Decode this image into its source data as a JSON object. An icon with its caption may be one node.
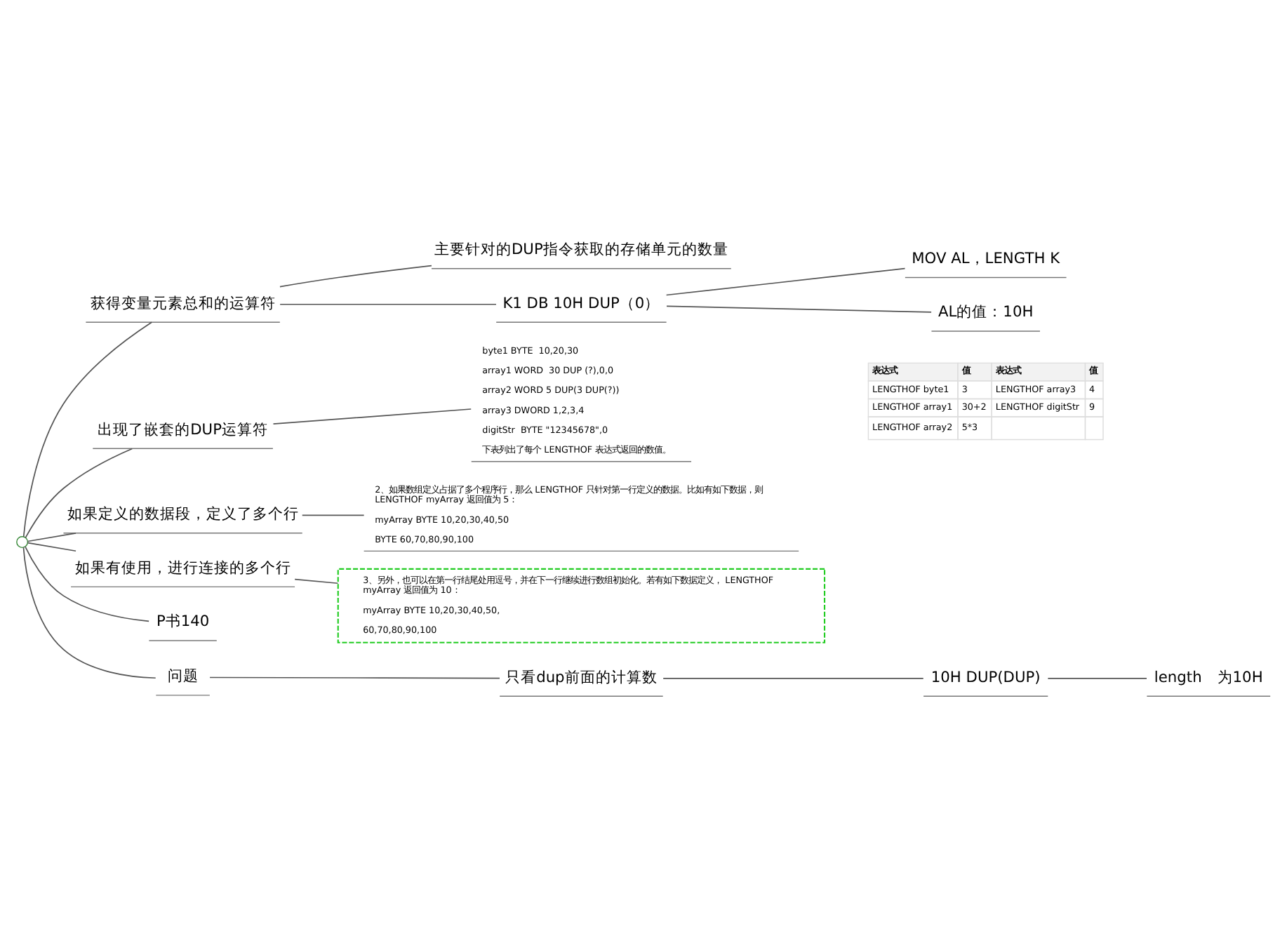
{
  "diagram": {
    "nodes": [
      {
        "text": [],
        "shape": "circle"
      },
      {
        "text": [
          "获得变量元素总和的运算符"
        ]
      },
      {
        "text": [
          "主要针对的DUP指令获取的存储单元的数量"
        ]
      },
      {
        "text": [
          "K1 DB 10H DUP（0）"
        ]
      },
      {
        "text": [
          "MOV AL，LENGTH K"
        ]
      },
      {
        "text": [
          "AL的值：10H"
        ]
      },
      {
        "text": [
          "出现了嵌套的DUP运算符"
        ]
      },
      {
        "text": [
          "byte1 BYTE  10,20,30",
          "array1 WORD  30 DUP (?),0,0",
          "array2 WORD 5 DUP(3 DUP(?))",
          "array3 DWORD 1,2,3,4",
          "digitStr  BYTE \"12345678\",0",
          "下表列出了每个 LENGTHOF 表达式返回的数值。"
        ]
      },
      {
        "text": [
          "如果定义的数据段，定义了多个行"
        ]
      },
      {
        "text": [
          "2、如果数组定义占据了多个程序行，那么 LENGTHOF 只针对第一行定义的数据。比如有如下数据，则 LENGTHOF myArray 返回值为 5：",
          "myArray BYTE 10,20,30,40,50",
          "BYTE 60,70,80,90,100"
        ]
      },
      {
        "text": [
          "如果有使用，进行连接的多个行"
        ]
      },
      {
        "text": [
          "3、另外，也可以在第一行结尾处用逗号，并在下一行继续进行数组初始化。若有如下数据定义， LENGTHOF myArray 返回值为 10：",
          "myArray BYTE 10,20,30,40,50,",
          "60,70,80,90,100"
        ]
      },
      {
        "text": [
          "P书140"
        ]
      },
      {
        "text": [
          "问题"
        ]
      },
      {
        "text": [
          "只看dup前面的计算数"
        ]
      },
      {
        "text": [
          "10H DUP(DUP)"
        ]
      },
      {
        "text": [
          "length　为10H"
        ]
      }
    ],
    "edges": [
      {
        "from": 0,
        "to": 1,
        "arrow": "none"
      },
      {
        "from": 1,
        "to": 2,
        "arrow": "none"
      },
      {
        "from": 1,
        "to": 3,
        "arrow": "none"
      },
      {
        "from": 3,
        "to": 4,
        "arrow": "none"
      },
      {
        "from": 3,
        "to": 5,
        "arrow": "none"
      },
      {
        "from": 0,
        "to": 6,
        "arrow": "none"
      },
      {
        "from": 6,
        "to": 7,
        "arrow": "none"
      },
      {
        "from": 0,
        "to": 8,
        "arrow": "none"
      },
      {
        "from": 8,
        "to": 9,
        "arrow": "none"
      },
      {
        "from": 0,
        "to": 10,
        "arrow": "none"
      },
      {
        "from": 10,
        "to": 11,
        "arrow": "none"
      },
      {
        "from": 0,
        "to": 12,
        "arrow": "none"
      },
      {
        "from": 0,
        "to": 13,
        "arrow": "none"
      },
      {
        "from": 13,
        "to": 14,
        "arrow": "none"
      },
      {
        "from": 14,
        "to": 15,
        "arrow": "none"
      },
      {
        "from": 15,
        "to": 16,
        "arrow": "none"
      }
    ],
    "labels": [
      "表达式",
      "值",
      "表达式",
      "值",
      "LENGTHOF byte1",
      "3",
      "LENGTHOF array3",
      "4",
      "LENGTHOF array1",
      "30+2",
      "LENGTHOF digitStr",
      "9",
      "LENGTHOF array2",
      "5*3"
    ]
  }
}
